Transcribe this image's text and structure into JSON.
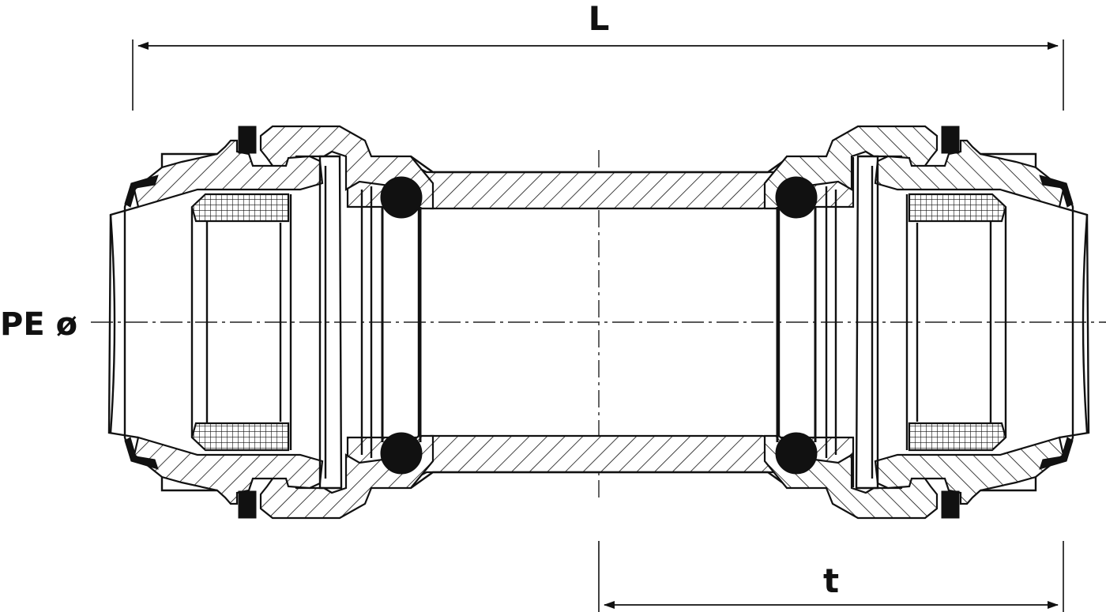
{
  "labels": {
    "length": "L",
    "insertion_depth": "t",
    "pipe_diameter": "PE ø"
  },
  "colors": {
    "line": "#111111",
    "background": "#ffffff"
  }
}
